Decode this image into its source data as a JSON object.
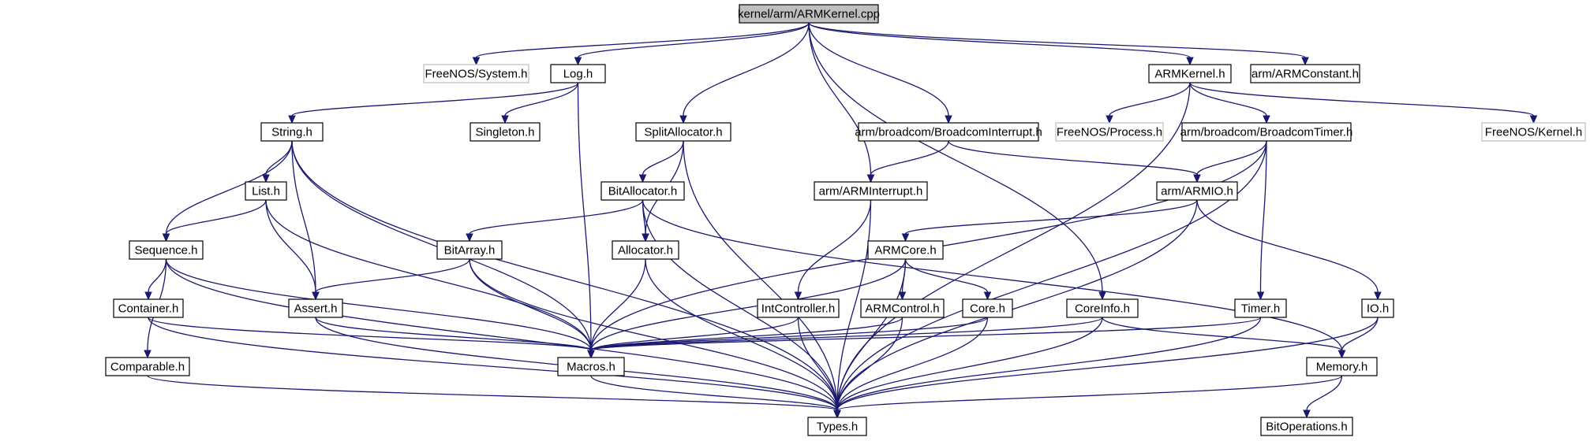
{
  "graph": {
    "colors": {
      "edge": "#191970",
      "node_border": "#000000",
      "root_fill": "#bfbfbf",
      "external_border": "#bfbfbf",
      "background": "#ffffff"
    },
    "nodes": {
      "root": {
        "label": "kernel/arm/ARMKernel.cpp",
        "kind": "root"
      },
      "system": {
        "label": "FreeNOS/System.h",
        "kind": "external"
      },
      "log": {
        "label": "Log.h",
        "kind": "file"
      },
      "armkernel": {
        "label": "ARMKernel.h",
        "kind": "file"
      },
      "armconstant": {
        "label": "arm/ARMConstant.h",
        "kind": "file"
      },
      "string": {
        "label": "String.h",
        "kind": "file"
      },
      "singleton": {
        "label": "Singleton.h",
        "kind": "file"
      },
      "splitalloc": {
        "label": "SplitAllocator.h",
        "kind": "file"
      },
      "bcmint": {
        "label": "arm/broadcom/BroadcomInterrupt.h",
        "kind": "file"
      },
      "process": {
        "label": "FreeNOS/Process.h",
        "kind": "external"
      },
      "bcmtimer": {
        "label": "arm/broadcom/BroadcomTimer.h",
        "kind": "file"
      },
      "kernelh": {
        "label": "FreeNOS/Kernel.h",
        "kind": "external"
      },
      "list": {
        "label": "List.h",
        "kind": "file"
      },
      "bitalloc": {
        "label": "BitAllocator.h",
        "kind": "file"
      },
      "armint": {
        "label": "arm/ARMInterrupt.h",
        "kind": "file"
      },
      "armio": {
        "label": "arm/ARMIO.h",
        "kind": "file"
      },
      "sequence": {
        "label": "Sequence.h",
        "kind": "file"
      },
      "bitarray": {
        "label": "BitArray.h",
        "kind": "file"
      },
      "allocator": {
        "label": "Allocator.h",
        "kind": "file"
      },
      "armcore": {
        "label": "ARMCore.h",
        "kind": "file"
      },
      "container": {
        "label": "Container.h",
        "kind": "file"
      },
      "assert": {
        "label": "Assert.h",
        "kind": "file"
      },
      "intctrl": {
        "label": "IntController.h",
        "kind": "file"
      },
      "armctrl": {
        "label": "ARMControl.h",
        "kind": "file"
      },
      "core": {
        "label": "Core.h",
        "kind": "file"
      },
      "coreinfo": {
        "label": "CoreInfo.h",
        "kind": "file"
      },
      "timer": {
        "label": "Timer.h",
        "kind": "file"
      },
      "io": {
        "label": "IO.h",
        "kind": "file"
      },
      "comparable": {
        "label": "Comparable.h",
        "kind": "file"
      },
      "macros": {
        "label": "Macros.h",
        "kind": "file"
      },
      "memory": {
        "label": "Memory.h",
        "kind": "file"
      },
      "types": {
        "label": "Types.h",
        "kind": "file"
      },
      "bitops": {
        "label": "BitOperations.h",
        "kind": "file"
      }
    },
    "edges": [
      [
        "root",
        "system"
      ],
      [
        "root",
        "log"
      ],
      [
        "root",
        "splitalloc"
      ],
      [
        "root",
        "coreinfo"
      ],
      [
        "root",
        "armint"
      ],
      [
        "root",
        "bcmint"
      ],
      [
        "root",
        "armkernel"
      ],
      [
        "root",
        "armconstant"
      ],
      [
        "log",
        "string"
      ],
      [
        "log",
        "singleton"
      ],
      [
        "log",
        "macros"
      ],
      [
        "armkernel",
        "process"
      ],
      [
        "armkernel",
        "bcmtimer"
      ],
      [
        "armkernel",
        "kernelh"
      ],
      [
        "armkernel",
        "types"
      ],
      [
        "string",
        "list"
      ],
      [
        "string",
        "sequence"
      ],
      [
        "string",
        "assert"
      ],
      [
        "string",
        "macros"
      ],
      [
        "string",
        "types"
      ],
      [
        "splitalloc",
        "bitalloc"
      ],
      [
        "splitalloc",
        "allocator"
      ],
      [
        "splitalloc",
        "types"
      ],
      [
        "bcmint",
        "armint"
      ],
      [
        "bcmint",
        "armio"
      ],
      [
        "bcmtimer",
        "armio"
      ],
      [
        "bcmtimer",
        "timer"
      ],
      [
        "bcmtimer",
        "macros"
      ],
      [
        "bcmtimer",
        "types"
      ],
      [
        "list",
        "sequence"
      ],
      [
        "list",
        "assert"
      ],
      [
        "list",
        "macros"
      ],
      [
        "bitalloc",
        "bitarray"
      ],
      [
        "bitalloc",
        "allocator"
      ],
      [
        "bitalloc",
        "memory"
      ],
      [
        "bitalloc",
        "types"
      ],
      [
        "armint",
        "intctrl"
      ],
      [
        "armint",
        "types"
      ],
      [
        "armio",
        "armcore"
      ],
      [
        "armio",
        "io"
      ],
      [
        "armio",
        "types"
      ],
      [
        "sequence",
        "container"
      ],
      [
        "sequence",
        "comparable"
      ],
      [
        "sequence",
        "macros"
      ],
      [
        "sequence",
        "types"
      ],
      [
        "bitarray",
        "assert"
      ],
      [
        "bitarray",
        "macros"
      ],
      [
        "bitarray",
        "types"
      ],
      [
        "allocator",
        "macros"
      ],
      [
        "allocator",
        "types"
      ],
      [
        "armcore",
        "armctrl"
      ],
      [
        "armcore",
        "core"
      ],
      [
        "armcore",
        "macros"
      ],
      [
        "armcore",
        "types"
      ],
      [
        "container",
        "macros"
      ],
      [
        "container",
        "types"
      ],
      [
        "assert",
        "macros"
      ],
      [
        "assert",
        "types"
      ],
      [
        "intctrl",
        "macros"
      ],
      [
        "intctrl",
        "types"
      ],
      [
        "armctrl",
        "macros"
      ],
      [
        "armctrl",
        "types"
      ],
      [
        "core",
        "macros"
      ],
      [
        "core",
        "types"
      ],
      [
        "coreinfo",
        "memory"
      ],
      [
        "coreinfo",
        "macros"
      ],
      [
        "coreinfo",
        "types"
      ],
      [
        "timer",
        "macros"
      ],
      [
        "timer",
        "types"
      ],
      [
        "io",
        "memory"
      ],
      [
        "io",
        "types"
      ],
      [
        "comparable",
        "types"
      ],
      [
        "macros",
        "types"
      ],
      [
        "memory",
        "bitops"
      ],
      [
        "memory",
        "types"
      ]
    ]
  }
}
